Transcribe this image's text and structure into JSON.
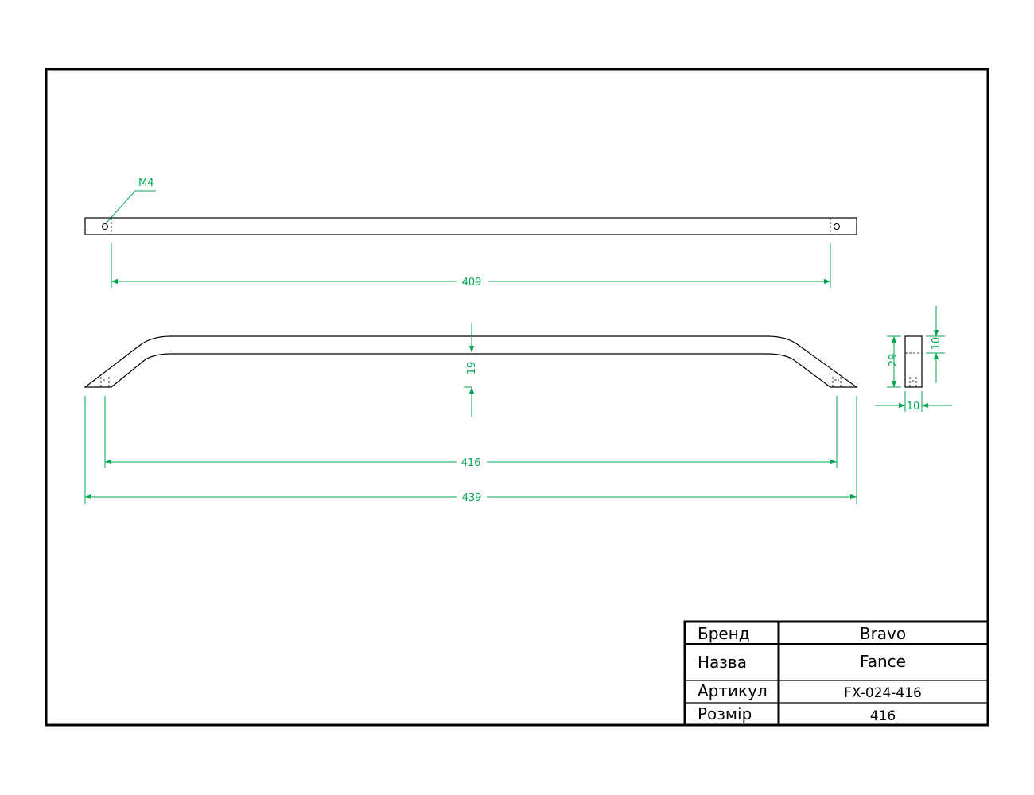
{
  "colors": {
    "outline": "#000000",
    "dimension": "#00a651",
    "background": "#ffffff"
  },
  "top_view": {
    "thread_label": "M4",
    "hole_spacing": "409"
  },
  "front_view": {
    "height": "19",
    "hole_spacing": "416",
    "overall_length": "439"
  },
  "side_view": {
    "height": "29",
    "hole_depth": "10",
    "width": "10"
  },
  "title_block": {
    "rows": [
      {
        "label": "Бренд",
        "value": "Bravo"
      },
      {
        "label": "Назва",
        "value": "Fance"
      },
      {
        "label": "Артикул",
        "value": "FX-024-416"
      },
      {
        "label": "Розмір",
        "value": "416"
      }
    ]
  }
}
